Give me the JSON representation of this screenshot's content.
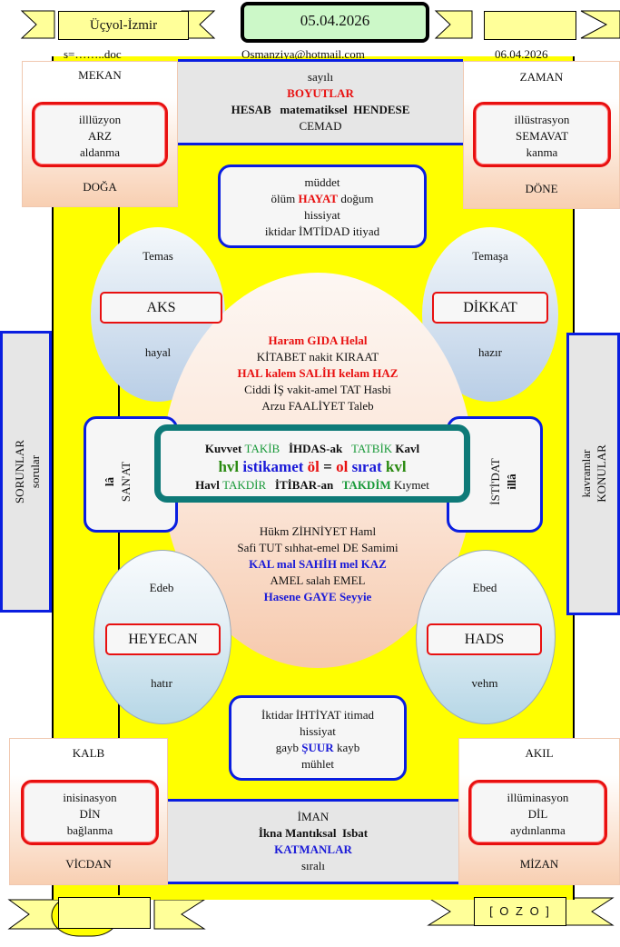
{
  "header": {
    "left_banner": "Üçyol-İzmir",
    "date_box": "05.04.2026",
    "right_banner": "",
    "file": "s=……..doc",
    "email": "Osmanziya@hotmail.com",
    "date2": "06.04.2026"
  },
  "top_left": {
    "title": "MEKAN",
    "lines": [
      "illlüzyon",
      "ARZ",
      "aldanma"
    ],
    "bottom": "DOĞA"
  },
  "top_right": {
    "title": "ZAMAN",
    "lines": [
      "illüstrasyon",
      "SEMAVAT",
      "kanma"
    ],
    "bottom": "DÖNE"
  },
  "top_center": {
    "l1": "sayılı",
    "l2": "BOYUTLAR",
    "l3": "HESAB   matematiksel  HENDESE",
    "l4": "CEMAD"
  },
  "muddet": {
    "l1": "müddet",
    "l2a": "ölüm ",
    "l2b": "HAYAT",
    "l2c": " doğum",
    "l3": "hissiyat",
    "l4": "iktidar İMTİDAD itiyad"
  },
  "ellipses": {
    "temas": {
      "top": "Temas",
      "box": "AKS",
      "bottom": "hayal"
    },
    "temasa": {
      "top": "Temaşa",
      "box": "DİKKAT",
      "bottom": "hazır"
    },
    "edeb": {
      "top": "Edeb",
      "box": "HEYECAN",
      "bottom": "hatır"
    },
    "ebed": {
      "top": "Ebed",
      "box": "HADS",
      "bottom": "vehm"
    }
  },
  "center_upper": [
    "Haram GIDA Helal",
    "KİTABET nakit KIRAAT",
    "HAL kalem SALİH kelam HAZ",
    "Ciddi İŞ vakit-amel TAT Hasbi",
    "Arzu FAALİYET Taleb"
  ],
  "center_lower": [
    "Hükm ZİHNİYET Haml",
    "Safi TUT sıhhat-emel DE Samimi",
    "KAL mal SAHİH mel KAZ",
    "AMEL salah EMEL",
    "Hasene GAYE Seyyie"
  ],
  "core": {
    "r1": [
      "Kuvvet ",
      "TAKİB",
      "   İHDAS-ak   ",
      "TATBİK",
      " Kavl"
    ],
    "r2": [
      "hvl ",
      "istikamet ",
      "öl",
      " = ",
      "ol ",
      "sırat ",
      "kvl"
    ],
    "r3": [
      "Havl ",
      "TAKDİR",
      "   İTİBAR-an   ",
      "TAKDİM",
      " Kıymet"
    ]
  },
  "side_left": {
    "bold": "lâ",
    "text": "SAN'AT"
  },
  "side_right": {
    "text": "İSTİ'DAT",
    "bold": "illâ"
  },
  "bar_left": {
    "l1": "SORUNLAR",
    "l2": "sorular"
  },
  "bar_right": {
    "l1": "kavramlar",
    "l2": "KONULAR"
  },
  "iktidar": {
    "l1": "İktidar İHTİYAT itimad",
    "l2": "hissiyat",
    "l3a": "gayb ",
    "l3b": "ŞUUR",
    "l3c": " kayb",
    "l4": "mühlet"
  },
  "bottom_left": {
    "title": "KALB",
    "lines": [
      "inisinasyon",
      "DİN",
      "bağlanma"
    ],
    "bottom": "VİCDAN"
  },
  "bottom_right": {
    "title": "AKIL",
    "lines": [
      "illüminasyon",
      "DİL",
      "aydınlanma"
    ],
    "bottom": "MİZAN"
  },
  "bottom_center": {
    "l1": "İMAN",
    "l2": "İkna Mantıksal  Isbat",
    "l3": "KATMANLAR",
    "l4": "sıralı"
  },
  "footer": {
    "left_banner": "",
    "right_banner": "[ O Z O ]"
  },
  "colors": {
    "yellow": "#ffff00",
    "red": "#e81010",
    "blue": "#0a1ee0",
    "teal": "#0e7a78",
    "green_box": "#ccf8c8"
  }
}
